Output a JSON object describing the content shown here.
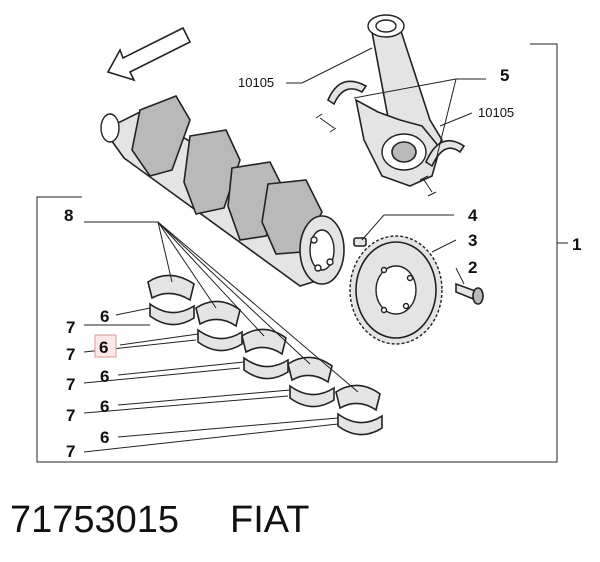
{
  "callouts": {
    "c1": "1",
    "c2": "2",
    "c3": "3",
    "c4": "4",
    "c5": "5",
    "c6": "6",
    "c7": "7",
    "c8": "8",
    "ref_a": "10105",
    "ref_b": "10105"
  },
  "highlight_callout": "6",
  "footer": {
    "part_number": "71753015",
    "brand": "FIAT"
  }
}
